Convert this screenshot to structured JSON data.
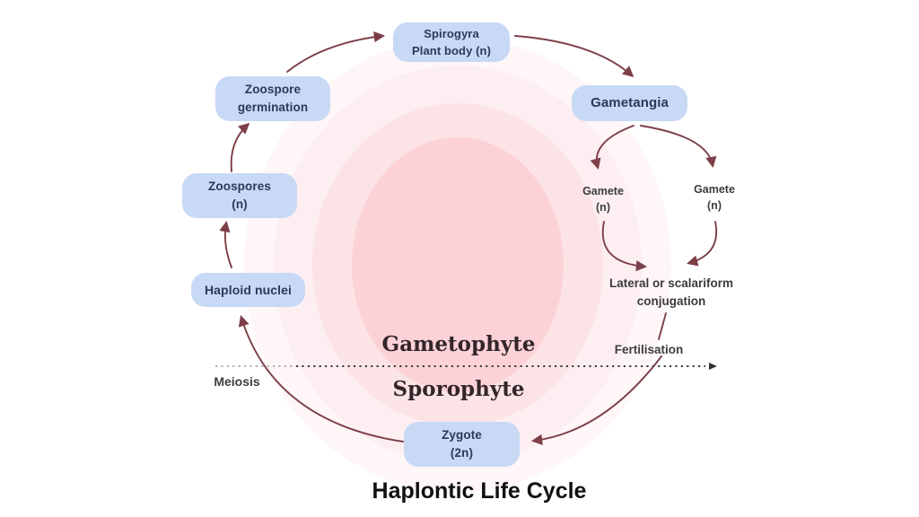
{
  "title": "Haplontic Life Cycle",
  "phases": {
    "upper": "Gametophyte",
    "lower": "Sporophyte"
  },
  "nodes": {
    "spirogyra": {
      "line1": "Spirogyra",
      "line2": "Plant body (n)"
    },
    "gametangia": {
      "line1": "Gametangia"
    },
    "gamete_left": {
      "line1": "Gamete",
      "line2": "(n)"
    },
    "gamete_right": {
      "line1": "Gamete",
      "line2": "(n)"
    },
    "conjugation": {
      "line1": "Lateral or scalariform",
      "line2": "conjugation"
    },
    "fertilisation": {
      "line1": "Fertilisation"
    },
    "zygote": {
      "line1": "Zygote",
      "line2": "(2n)"
    },
    "meiosis": {
      "line1": "Meiosis"
    },
    "haploid_nuclei": {
      "line1": "Haploid nuclei"
    },
    "zoospores": {
      "line1": "Zoospores",
      "line2": "(n)"
    },
    "zoospore_germination": {
      "line1": "Zoospore",
      "line2": "germination"
    }
  },
  "colors": {
    "arrow": "#7d3f48",
    "node_fill": "#c7d9f5",
    "node_text": "#2c3a55",
    "label_text": "#3c3c3c",
    "phase_text": "#33262b",
    "title_text": "#111111",
    "divider": "#3d3d3d",
    "rings": [
      "#fcd2d7",
      "#fce3e6",
      "#fdeff1",
      "#fef6f7"
    ]
  }
}
